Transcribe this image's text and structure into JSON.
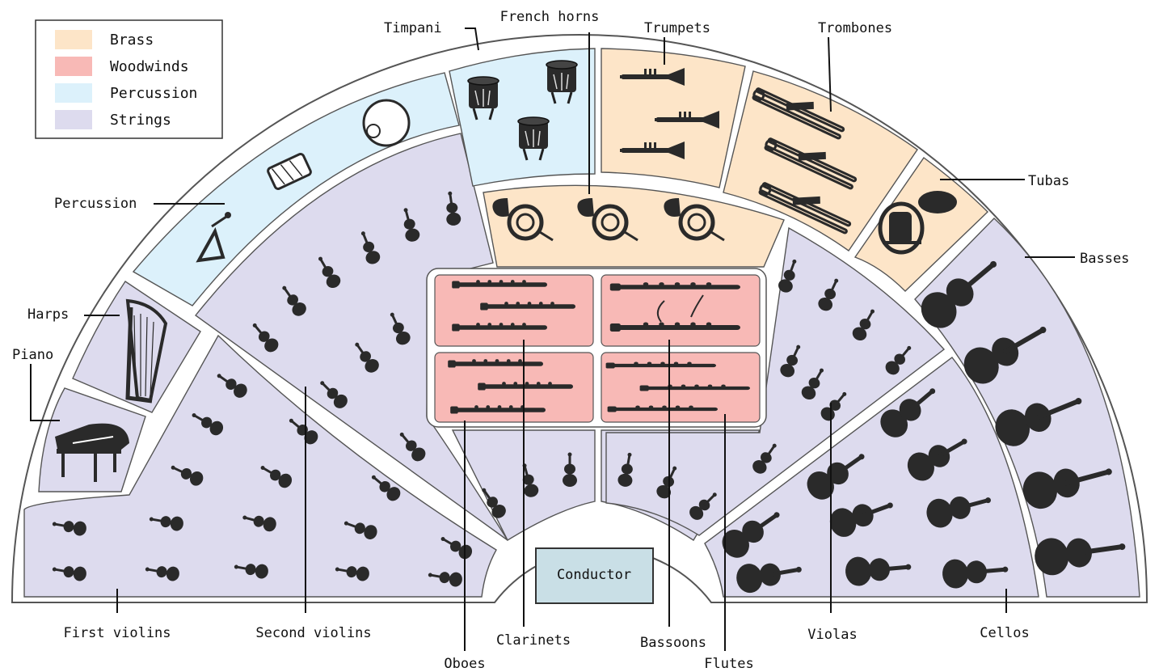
{
  "colors": {
    "brass": "#fde5c8",
    "woodwinds": "#f8b9b6",
    "percussion": "#dcf1fb",
    "strings": "#dddbee",
    "conductor_box": "#c9dfe6"
  },
  "legend": {
    "items": [
      {
        "label": "Brass",
        "color": "#fde5c8"
      },
      {
        "label": "Woodwinds",
        "color": "#f8b9b6"
      },
      {
        "label": "Percussion",
        "color": "#dcf1fb"
      },
      {
        "label": "Strings",
        "color": "#dddbee"
      }
    ]
  },
  "labels": {
    "timpani": "Timpani",
    "french_horns": "French horns",
    "trumpets": "Trumpets",
    "trombones": "Trombones",
    "tubas": "Tubas",
    "basses": "Basses",
    "percussion": "Percussion",
    "harps": "Harps",
    "piano": "Piano",
    "first_violins": "First violins",
    "second_violins": "Second violins",
    "oboes": "Oboes",
    "clarinets": "Clarinets",
    "bassoons": "Bassoons",
    "flutes": "Flutes",
    "violas": "Violas",
    "cellos": "Cellos"
  },
  "conductor": "Conductor",
  "icons": {
    "violin": "violin-icon",
    "cello": "cello-icon",
    "double_bass": "double-bass-icon",
    "timpani": "timpani-drum-icon",
    "trumpet": "trumpet-icon",
    "trombone": "trombone-icon",
    "tuba": "tuba-icon",
    "french_horn": "french-horn-icon",
    "woodwind": "woodwind-instrument-icon",
    "harp": "harp-icon",
    "piano": "grand-piano-icon",
    "triangle": "triangle-icon",
    "snare": "snare-drum-icon",
    "cymbal": "cymbal-icon"
  }
}
